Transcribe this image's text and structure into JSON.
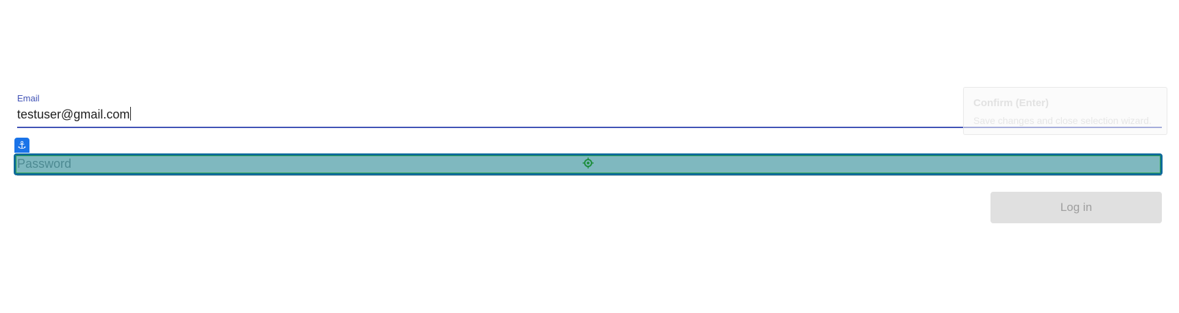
{
  "login_form": {
    "email": {
      "label": "Email",
      "value": "testuser@gmail.com"
    },
    "password": {
      "placeholder": "Password",
      "value": ""
    },
    "login_button_label": "Log in",
    "login_button_disabled": true
  },
  "overlay": {
    "anchor_icon": "anchor-icon",
    "target_icon": "crosshair-icon",
    "highlight_color": "#7fb8bf",
    "highlight_border_color": "#0e6a9a",
    "anchor_badge_color": "#1a73e8"
  },
  "tooltip": {
    "title": "Confirm (Enter)",
    "description": "Save changes and close selection wizard."
  },
  "colors": {
    "accent": "#3f51b5",
    "button_disabled_bg": "#e0e0e0",
    "button_disabled_text": "#9e9e9e"
  }
}
